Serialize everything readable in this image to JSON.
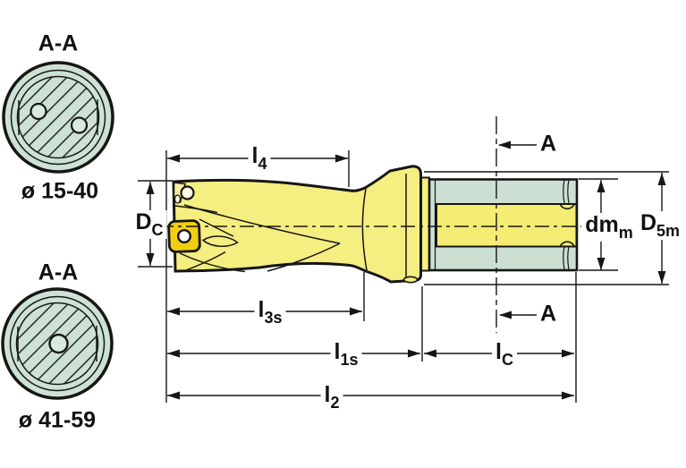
{
  "figure": {
    "type": "technical-drawing",
    "description": "Indexable insert drill dimensional drawing with two A-A cross-section views"
  },
  "cross_sections": [
    {
      "id": "top",
      "label": "A-A",
      "diameter_range": "ø 15-40"
    },
    {
      "id": "bottom",
      "label": "A-A",
      "diameter_range": "ø 41-59"
    }
  ],
  "dimension_labels": {
    "l4": {
      "main": "l",
      "sub": "4"
    },
    "dc": {
      "main": "D",
      "sub": "C"
    },
    "l3s": {
      "main": "l",
      "sub": "3s"
    },
    "l1s": {
      "main": "l",
      "sub": "1s"
    },
    "lc": {
      "main": "l",
      "sub": "C"
    },
    "l2": {
      "main": "l",
      "sub": "2"
    },
    "dmm": {
      "main": "dm",
      "sub": "m"
    },
    "d5m": {
      "main": "D",
      "sub": "5m"
    }
  },
  "section_markers": {
    "top": "A",
    "bottom": "A"
  },
  "colors": {
    "body_yellow": "#F5EE80",
    "insert_gold": "#F1CF10",
    "shank_green": "#CBDFD2",
    "section_mint": "#CDE2D4",
    "outline": "#161616",
    "background": "#FFFFFF"
  }
}
